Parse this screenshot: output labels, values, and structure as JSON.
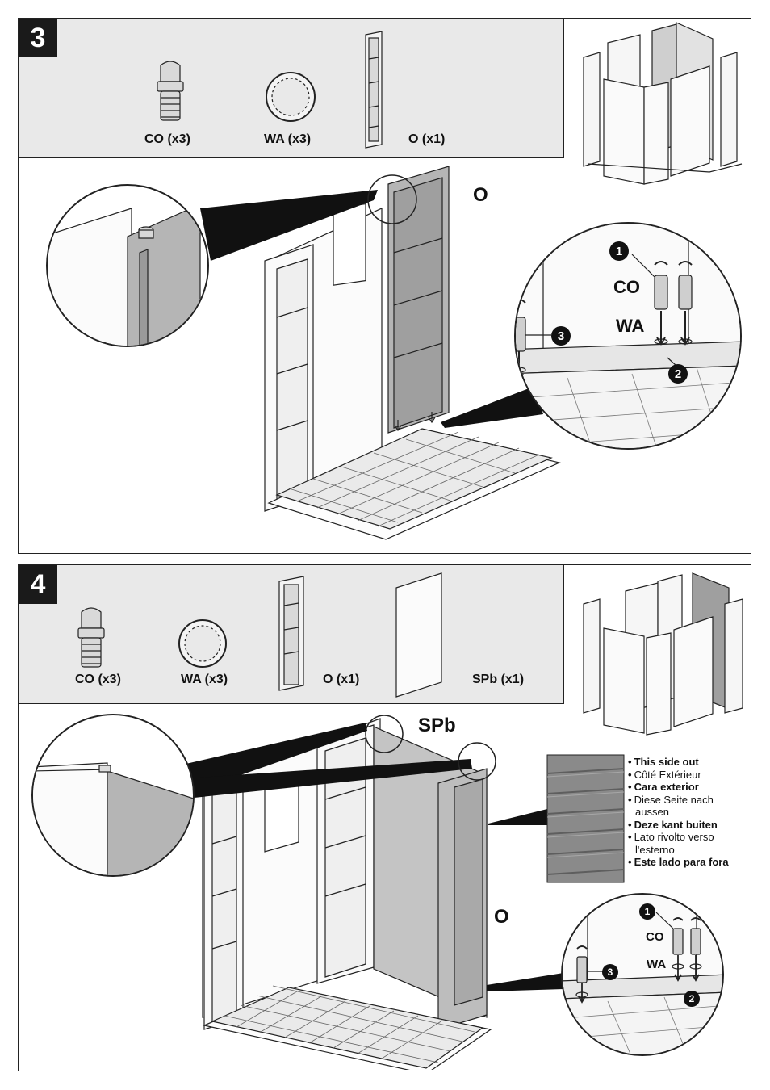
{
  "step3": {
    "number": "3",
    "parts": [
      {
        "label": "CO (x3)"
      },
      {
        "label": "WA (x3)"
      },
      {
        "label": "O (x1)"
      }
    ],
    "callout_part": "O",
    "detail": {
      "co_label": "CO",
      "wa_label": "WA",
      "steps": [
        "1",
        "2",
        "3"
      ]
    }
  },
  "step4": {
    "number": "4",
    "parts": [
      {
        "label": "CO (x3)"
      },
      {
        "label": "WA (x3)"
      },
      {
        "label": "O (x1)"
      },
      {
        "label": "SPb (x1)"
      }
    ],
    "callout_spb": "SPb",
    "callout_o": "O",
    "detail": {
      "co_label": "CO",
      "wa_label": "WA",
      "steps": [
        "1",
        "2",
        "3"
      ]
    },
    "notes": [
      {
        "text": "This side out",
        "bold": true
      },
      {
        "text": "Côté Extérieur",
        "bold": false
      },
      {
        "text": "Cara exterior",
        "bold": true
      },
      {
        "text": "Diese Seite nach aussen",
        "bold": false
      },
      {
        "text": "Deze kant buiten",
        "bold": true
      },
      {
        "text": "Lato rivolto verso l'esterno",
        "bold": false
      },
      {
        "text": "Este lado para fora",
        "bold": true
      }
    ]
  },
  "colors": {
    "panel_gray": "#b5b5b5",
    "band_gray": "#e9e9e9",
    "line": "#222222"
  }
}
